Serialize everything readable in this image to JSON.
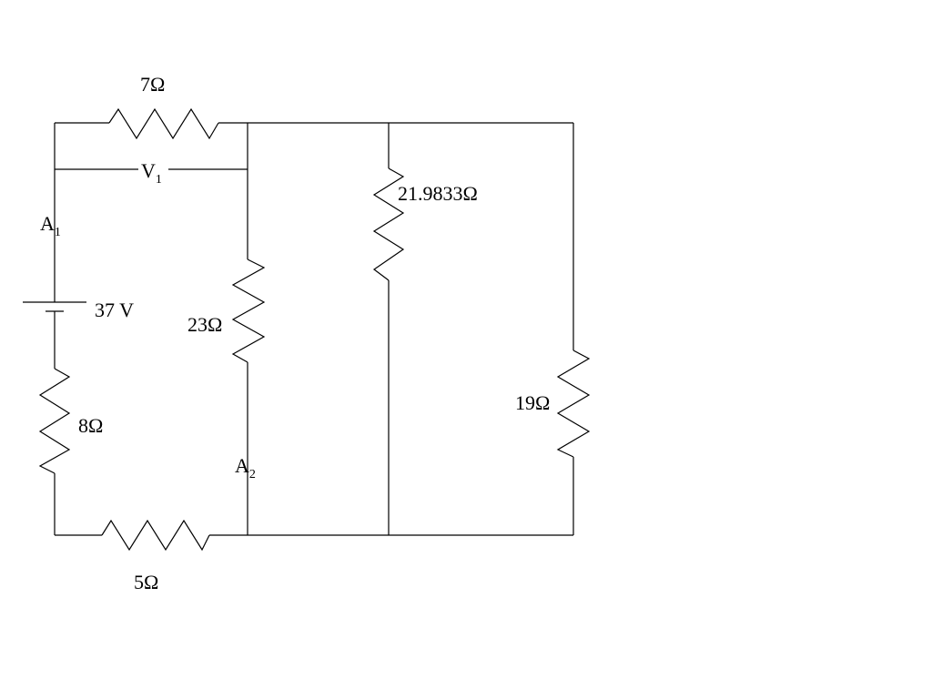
{
  "components": {
    "r_top": {
      "label": "7Ω"
    },
    "r_bottom": {
      "label": "5Ω"
    },
    "r_left": {
      "label": "8Ω"
    },
    "r_middle": {
      "label": "23Ω"
    },
    "r_center": {
      "label": "21.9833Ω"
    },
    "r_right": {
      "label": "19Ω"
    },
    "battery": {
      "label": "37 V"
    },
    "voltmeter": {
      "letter": "V",
      "subscript": "1"
    },
    "ammeter_1": {
      "letter": "A",
      "subscript": "1"
    },
    "ammeter_2": {
      "letter": "A",
      "subscript": "2"
    }
  },
  "colors": {
    "line": "#000000",
    "background": "#ffffff"
  }
}
